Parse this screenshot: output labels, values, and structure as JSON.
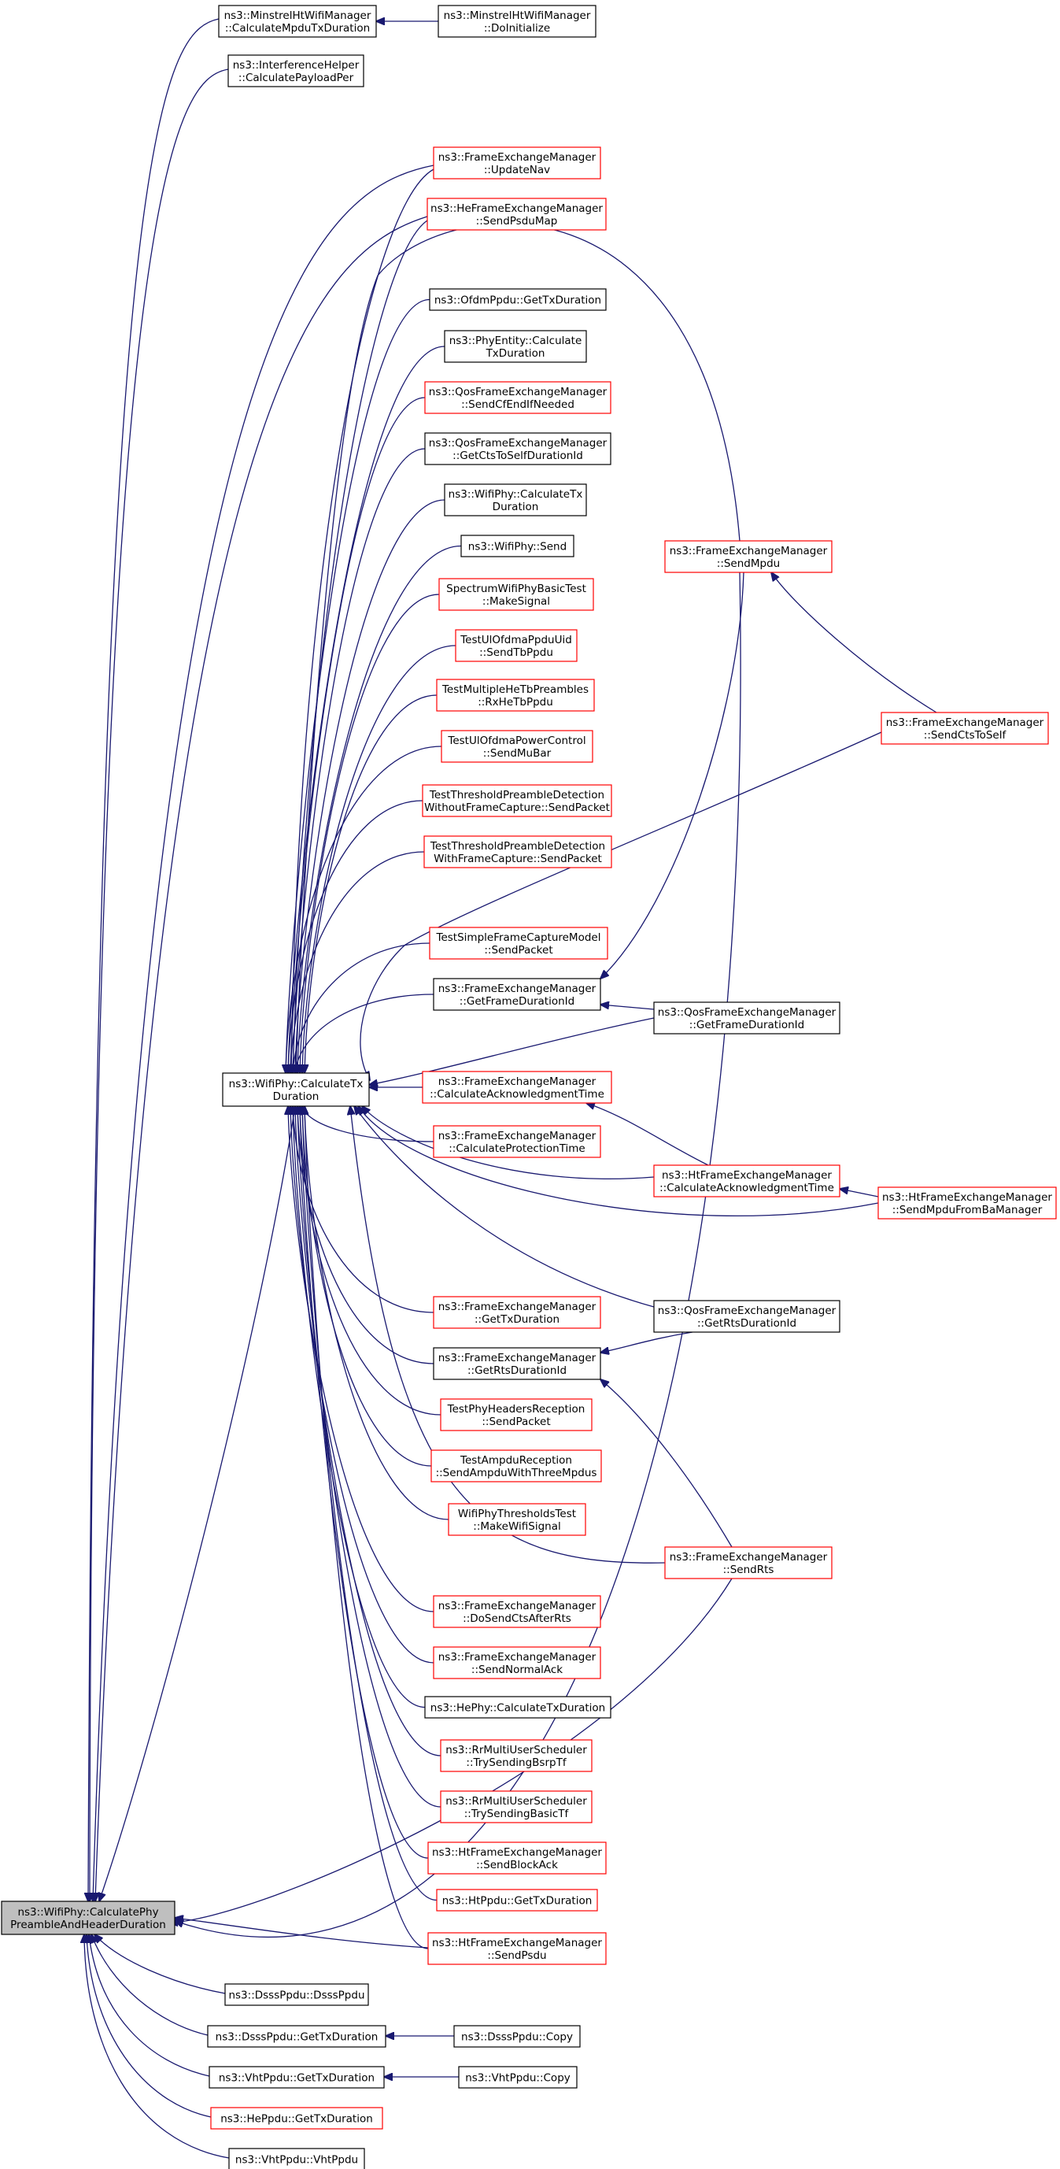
{
  "colors": {
    "edge": "#191970",
    "border_documented": "#000000",
    "border_undocumented": "#ff0000",
    "root_fill": "#bfbfbf",
    "node_fill": "#ffffff"
  },
  "nodes": {
    "root": {
      "lines": [
        "ns3::WifiPhy::CalculatePhy",
        "PreambleAndHeaderDuration"
      ],
      "style": "root"
    },
    "hub": {
      "lines": [
        "ns3::WifiPhy::CalculateTx",
        "Duration"
      ],
      "style": "doc"
    },
    "minstrel_calc": {
      "lines": [
        "ns3::MinstrelHtWifiManager",
        "::CalculateMpduTxDuration"
      ],
      "style": "doc"
    },
    "minstrel_init": {
      "lines": [
        "ns3::MinstrelHtWifiManager",
        "::DoInitialize"
      ],
      "style": "doc"
    },
    "interference": {
      "lines": [
        "ns3::InterferenceHelper",
        "::CalculatePayloadPer"
      ],
      "style": "doc"
    },
    "fem_updatenav": {
      "lines": [
        "ns3::FrameExchangeManager",
        "::UpdateNav"
      ],
      "style": "undoc"
    },
    "hefem_sendpsdumap": {
      "lines": [
        "ns3::HeFrameExchangeManager",
        "::SendPsduMap"
      ],
      "style": "undoc"
    },
    "ofdm_gettx": {
      "lines": [
        "ns3::OfdmPpdu::GetTxDuration"
      ],
      "style": "doc"
    },
    "phyentity_calc": {
      "lines": [
        "ns3::PhyEntity::Calculate",
        "TxDuration"
      ],
      "style": "doc"
    },
    "qos_sendcfend": {
      "lines": [
        "ns3::QosFrameExchangeManager",
        "::SendCfEndIfNeeded"
      ],
      "style": "undoc"
    },
    "qos_getcts": {
      "lines": [
        "ns3::QosFrameExchangeManager",
        "::GetCtsToSelfDurationId"
      ],
      "style": "doc"
    },
    "wifiphy_calc2": {
      "lines": [
        "ns3::WifiPhy::CalculateTx",
        "Duration"
      ],
      "style": "doc"
    },
    "wifiphy_send": {
      "lines": [
        "ns3::WifiPhy::Send"
      ],
      "style": "doc"
    },
    "spectrum_make": {
      "lines": [
        "SpectrumWifiPhyBasicTest",
        "::MakeSignal"
      ],
      "style": "undoc"
    },
    "testul_sendtb": {
      "lines": [
        "TestUlOfdmaPpduUid",
        "::SendTbPpdu"
      ],
      "style": "undoc"
    },
    "testmulti_rx": {
      "lines": [
        "TestMultipleHeTbPreambles",
        "::RxHeTbPpdu"
      ],
      "style": "undoc"
    },
    "testulpower": {
      "lines": [
        "TestUlOfdmaPowerControl",
        "::SendMuBar"
      ],
      "style": "undoc"
    },
    "testthr_without": {
      "lines": [
        "TestThresholdPreambleDetection",
        "WithoutFrameCapture::SendPacket"
      ],
      "style": "undoc"
    },
    "testthr_with": {
      "lines": [
        "TestThresholdPreambleDetection",
        "WithFrameCapture::SendPacket"
      ],
      "style": "undoc"
    },
    "testsimple": {
      "lines": [
        "TestSimpleFrameCaptureModel",
        "::SendPacket"
      ],
      "style": "undoc"
    },
    "fem_getframe": {
      "lines": [
        "ns3::FrameExchangeManager",
        "::GetFrameDurationId"
      ],
      "style": "doc"
    },
    "qos_getframe": {
      "lines": [
        "ns3::QosFrameExchangeManager",
        "::GetFrameDurationId"
      ],
      "style": "doc"
    },
    "fem_calcack": {
      "lines": [
        "ns3::FrameExchangeManager",
        "::CalculateAcknowledgmentTime"
      ],
      "style": "undoc"
    },
    "fem_calcprot": {
      "lines": [
        "ns3::FrameExchangeManager",
        "::CalculateProtectionTime"
      ],
      "style": "undoc"
    },
    "htfem_calcack": {
      "lines": [
        "ns3::HtFrameExchangeManager",
        "::CalculateAcknowledgmentTime"
      ],
      "style": "undoc"
    },
    "htfem_sendmpdu": {
      "lines": [
        "ns3::HtFrameExchangeManager",
        "::SendMpduFromBaManager"
      ],
      "style": "undoc"
    },
    "fem_sendmpdu": {
      "lines": [
        "ns3::FrameExchangeManager",
        "::SendMpdu"
      ],
      "style": "undoc"
    },
    "fem_sendcts": {
      "lines": [
        "ns3::FrameExchangeManager",
        "::SendCtsToSelf"
      ],
      "style": "undoc"
    },
    "fem_gettx": {
      "lines": [
        "ns3::FrameExchangeManager",
        "::GetTxDuration"
      ],
      "style": "undoc"
    },
    "qos_getrts": {
      "lines": [
        "ns3::QosFrameExchangeManager",
        "::GetRtsDurationId"
      ],
      "style": "doc"
    },
    "fem_getrts": {
      "lines": [
        "ns3::FrameExchangeManager",
        "::GetRtsDurationId"
      ],
      "style": "doc"
    },
    "testphyhdr": {
      "lines": [
        "TestPhyHeadersReception",
        "::SendPacket"
      ],
      "style": "undoc"
    },
    "testampdu": {
      "lines": [
        "TestAmpduReception",
        "::SendAmpduWithThreeMpdus"
      ],
      "style": "undoc"
    },
    "wifithr": {
      "lines": [
        "WifiPhyThresholdsTest",
        "::MakeWifiSignal"
      ],
      "style": "undoc"
    },
    "fem_sendrts": {
      "lines": [
        "ns3::FrameExchangeManager",
        "::SendRts"
      ],
      "style": "undoc"
    },
    "fem_dosendcts": {
      "lines": [
        "ns3::FrameExchangeManager",
        "::DoSendCtsAfterRts"
      ],
      "style": "undoc"
    },
    "fem_sendnormal": {
      "lines": [
        "ns3::FrameExchangeManager",
        "::SendNormalAck"
      ],
      "style": "undoc"
    },
    "hephy_calc": {
      "lines": [
        "ns3::HePhy::CalculateTxDuration"
      ],
      "style": "doc"
    },
    "rr_bsrp": {
      "lines": [
        "ns3::RrMultiUserScheduler",
        "::TrySendingBsrpTf"
      ],
      "style": "undoc"
    },
    "rr_basic": {
      "lines": [
        "ns3::RrMultiUserScheduler",
        "::TrySendingBasicTf"
      ],
      "style": "undoc"
    },
    "htfem_sendblock": {
      "lines": [
        "ns3::HtFrameExchangeManager",
        "::SendBlockAck"
      ],
      "style": "undoc"
    },
    "htppdu_gettx": {
      "lines": [
        "ns3::HtPpdu::GetTxDuration"
      ],
      "style": "undoc"
    },
    "htfem_sendpsdu": {
      "lines": [
        "ns3::HtFrameExchangeManager",
        "::SendPsdu"
      ],
      "style": "undoc"
    },
    "dsss_ctor": {
      "lines": [
        "ns3::DsssPpdu::DsssPpdu"
      ],
      "style": "doc"
    },
    "dsss_gettx": {
      "lines": [
        "ns3::DsssPpdu::GetTxDuration"
      ],
      "style": "doc"
    },
    "dsss_copy": {
      "lines": [
        "ns3::DsssPpdu::Copy"
      ],
      "style": "doc"
    },
    "vht_gettx": {
      "lines": [
        "ns3::VhtPpdu::GetTxDuration"
      ],
      "style": "doc"
    },
    "vht_copy": {
      "lines": [
        "ns3::VhtPpdu::Copy"
      ],
      "style": "doc"
    },
    "he_gettx": {
      "lines": [
        "ns3::HePpdu::GetTxDuration"
      ],
      "style": "undoc"
    },
    "vht_ctor": {
      "lines": [
        "ns3::VhtPpdu::VhtPpdu"
      ],
      "style": "doc"
    }
  },
  "edges": [
    [
      "minstrel_init",
      "minstrel_calc"
    ],
    [
      "minstrel_calc",
      "root"
    ],
    [
      "interference",
      "root"
    ],
    [
      "fem_updatenav",
      "root"
    ],
    [
      "hefem_sendpsdumap",
      "root"
    ],
    [
      "hub",
      "root"
    ],
    [
      "htfem_sendpsdu",
      "root"
    ],
    [
      "fem_sendmpdu",
      "root"
    ],
    [
      "fem_sendrts",
      "root"
    ],
    [
      "dsss_ctor",
      "root"
    ],
    [
      "dsss_gettx",
      "root"
    ],
    [
      "vht_gettx",
      "root"
    ],
    [
      "he_gettx",
      "root"
    ],
    [
      "vht_ctor",
      "root"
    ],
    [
      "dsss_copy",
      "dsss_gettx"
    ],
    [
      "vht_copy",
      "vht_gettx"
    ],
    [
      "fem_updatenav",
      "hub"
    ],
    [
      "hefem_sendpsdumap",
      "hub"
    ],
    [
      "ofdm_gettx",
      "hub"
    ],
    [
      "phyentity_calc",
      "hub"
    ],
    [
      "qos_sendcfend",
      "hub"
    ],
    [
      "qos_getcts",
      "hub"
    ],
    [
      "wifiphy_calc2",
      "hub"
    ],
    [
      "wifiphy_send",
      "hub"
    ],
    [
      "spectrum_make",
      "hub"
    ],
    [
      "testul_sendtb",
      "hub"
    ],
    [
      "testmulti_rx",
      "hub"
    ],
    [
      "testulpower",
      "hub"
    ],
    [
      "testthr_without",
      "hub"
    ],
    [
      "testthr_with",
      "hub"
    ],
    [
      "testsimple",
      "hub"
    ],
    [
      "fem_getframe",
      "hub"
    ],
    [
      "qos_getframe",
      "hub"
    ],
    [
      "fem_calcack",
      "hub"
    ],
    [
      "fem_calcprot",
      "hub"
    ],
    [
      "htfem_calcack",
      "hub"
    ],
    [
      "htfem_sendmpdu",
      "hub"
    ],
    [
      "fem_sendmpdu",
      "hub"
    ],
    [
      "fem_sendcts",
      "hub"
    ],
    [
      "fem_gettx",
      "hub"
    ],
    [
      "qos_getrts",
      "hub"
    ],
    [
      "fem_getrts",
      "hub"
    ],
    [
      "testphyhdr",
      "hub"
    ],
    [
      "testampdu",
      "hub"
    ],
    [
      "wifithr",
      "hub"
    ],
    [
      "fem_sendrts",
      "hub"
    ],
    [
      "fem_dosendcts",
      "hub"
    ],
    [
      "fem_sendnormal",
      "hub"
    ],
    [
      "hephy_calc",
      "hub"
    ],
    [
      "rr_bsrp",
      "hub"
    ],
    [
      "rr_basic",
      "hub"
    ],
    [
      "htfem_sendblock",
      "hub"
    ],
    [
      "htppdu_gettx",
      "hub"
    ],
    [
      "htfem_sendpsdu",
      "hub"
    ],
    [
      "fem_sendcts",
      "fem_sendmpdu"
    ],
    [
      "fem_sendmpdu",
      "fem_getframe"
    ],
    [
      "qos_getframe",
      "fem_getframe"
    ],
    [
      "htfem_calcack",
      "fem_calcack"
    ],
    [
      "htfem_sendmpdu",
      "htfem_calcack"
    ],
    [
      "qos_getrts",
      "fem_getrts"
    ],
    [
      "fem_sendrts",
      "fem_getrts"
    ]
  ]
}
